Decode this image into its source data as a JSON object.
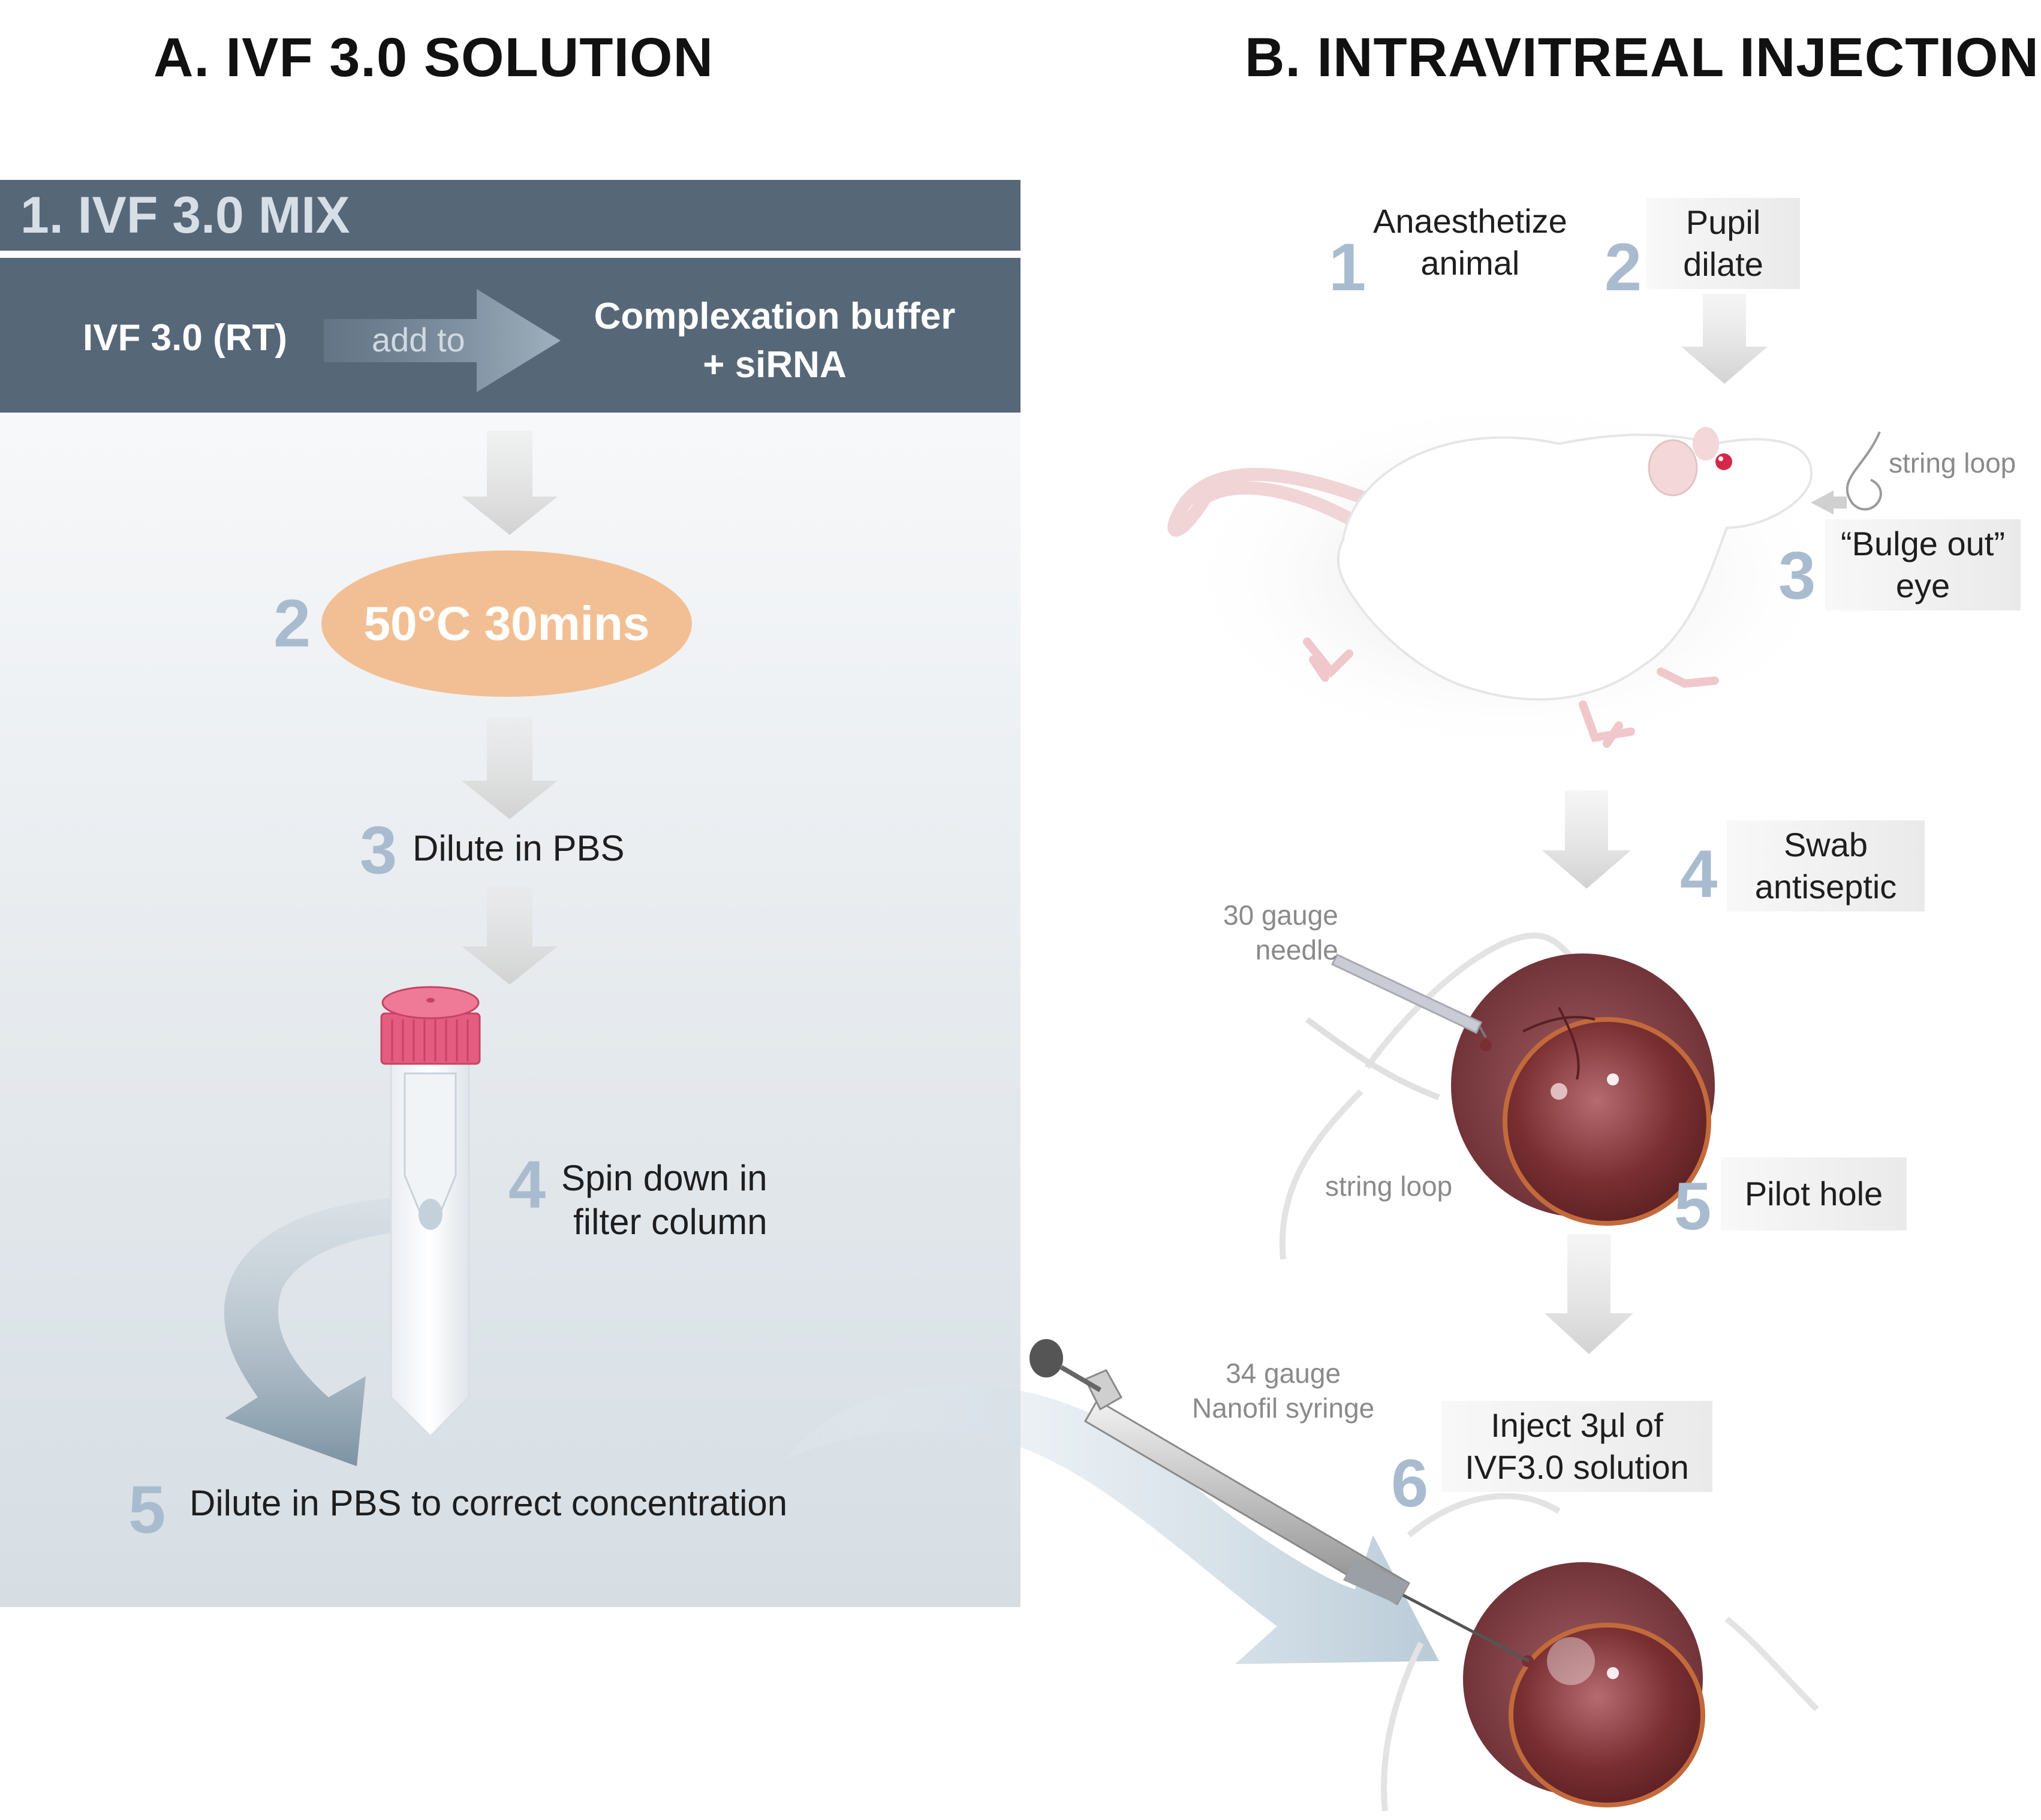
{
  "panelA": {
    "title": "A. IVF 3.0 SOLUTION",
    "mix": {
      "header": "1. IVF 3.0 MIX",
      "source": "IVF 3.0 (RT)",
      "action": "add to",
      "target_line1": "Complexation buffer",
      "target_line2": "+ siRNA"
    },
    "steps": [
      {
        "number": "2",
        "text": "50°C  30mins"
      },
      {
        "number": "3",
        "text": "Dilute in PBS"
      },
      {
        "number": "4",
        "line1": "Spin down in",
        "line2": "filter column"
      },
      {
        "number": "5",
        "text": "Dilute in PBS to correct concentration"
      }
    ]
  },
  "panelB": {
    "title": "B.  INTRAVITREAL INJECTION",
    "steps": [
      {
        "number": "1",
        "line1": "Anaesthetize",
        "line2": "animal"
      },
      {
        "number": "2",
        "line1": "Pupil",
        "line2": "dilate"
      },
      {
        "number": "3",
        "line1": "“Bulge out”",
        "line2": "eye"
      },
      {
        "number": "4",
        "line1": "Swab",
        "line2": "antiseptic"
      },
      {
        "number": "5",
        "text": "Pilot hole"
      },
      {
        "number": "6",
        "line1": "Inject 3µl of",
        "line2": "IVF3.0 solution"
      }
    ],
    "annotations": {
      "string_loop_top": "string loop",
      "needle_line1": "30 gauge",
      "needle_line2": "needle",
      "string_loop_eye": "string loop",
      "syringe_line1": "34 gauge",
      "syringe_line2": "Nanofil syringe"
    }
  },
  "colors": {
    "header_bg": "#566778",
    "step_number": "#a9bccf",
    "oval": "#f2bf94",
    "tube_cap": "#e45c7f",
    "eye": "#7a2f32"
  },
  "icons": [
    "down-arrow-icon",
    "right-arrow-icon",
    "curved-arrow-icon",
    "rat-illustration",
    "eye-illustration",
    "tube-illustration",
    "syringe-illustration",
    "needle-illustration"
  ]
}
